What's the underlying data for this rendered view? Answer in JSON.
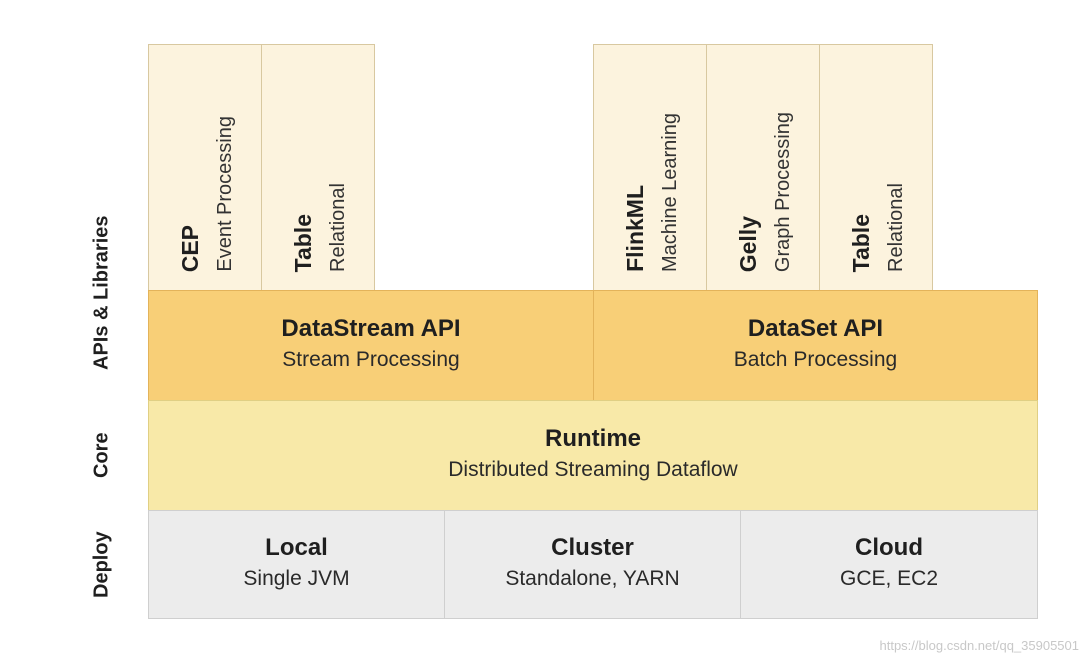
{
  "side_labels": {
    "apis": "APIs & Libraries",
    "core": "Core",
    "deploy": "Deploy"
  },
  "libraries": [
    {
      "title": "CEP",
      "subtitle": "Event Processing"
    },
    {
      "title": "Table",
      "subtitle": "Relational"
    },
    {
      "title": "FlinkML",
      "subtitle": "Machine Learning"
    },
    {
      "title": "Gelly",
      "subtitle": "Graph Processing"
    },
    {
      "title": "Table",
      "subtitle": "Relational"
    }
  ],
  "apis": [
    {
      "title": "DataStream API",
      "subtitle": "Stream Processing"
    },
    {
      "title": "DataSet API",
      "subtitle": "Batch Processing"
    }
  ],
  "core": {
    "title": "Runtime",
    "subtitle": "Distributed Streaming Dataflow"
  },
  "deploy": [
    {
      "title": "Local",
      "subtitle": "Single JVM"
    },
    {
      "title": "Cluster",
      "subtitle": "Standalone, YARN"
    },
    {
      "title": "Cloud",
      "subtitle": "GCE, EC2"
    }
  ],
  "watermark": "https://blog.csdn.net/qq_35905501"
}
